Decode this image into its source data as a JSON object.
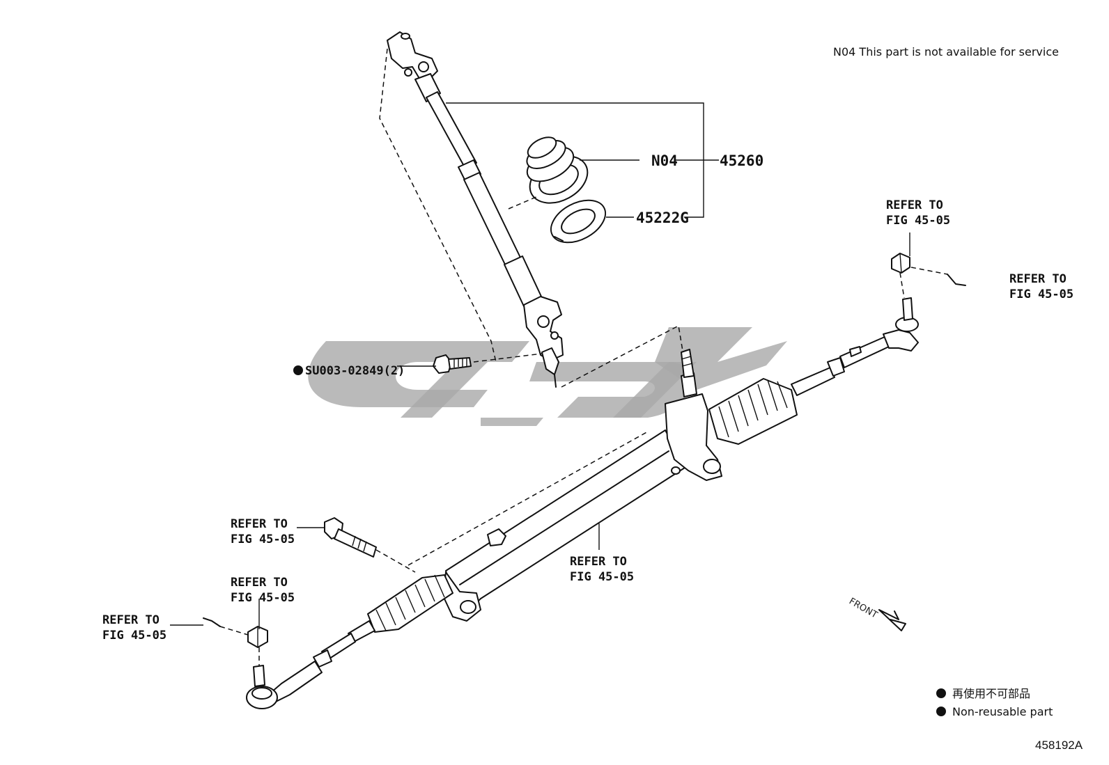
{
  "note": "N04 This part is not available for service",
  "parts": {
    "assembly": "45260",
    "boot": "N04",
    "seal": "45222G",
    "bolt": "SU003-02849(2)"
  },
  "refer": {
    "line1": "REFER TO",
    "line2": "FIG 45-05"
  },
  "front_label": "FRONT",
  "legend": {
    "jp": "再使用不可部品",
    "en": "Non-reusable part"
  },
  "figure_code": "458192A",
  "colors": {
    "ink": "#111111",
    "watermark": "#a9a9a9"
  },
  "icons": {
    "non_reusable_marker": "filled-circle-icon",
    "front_arrow": "arrow-icon"
  }
}
